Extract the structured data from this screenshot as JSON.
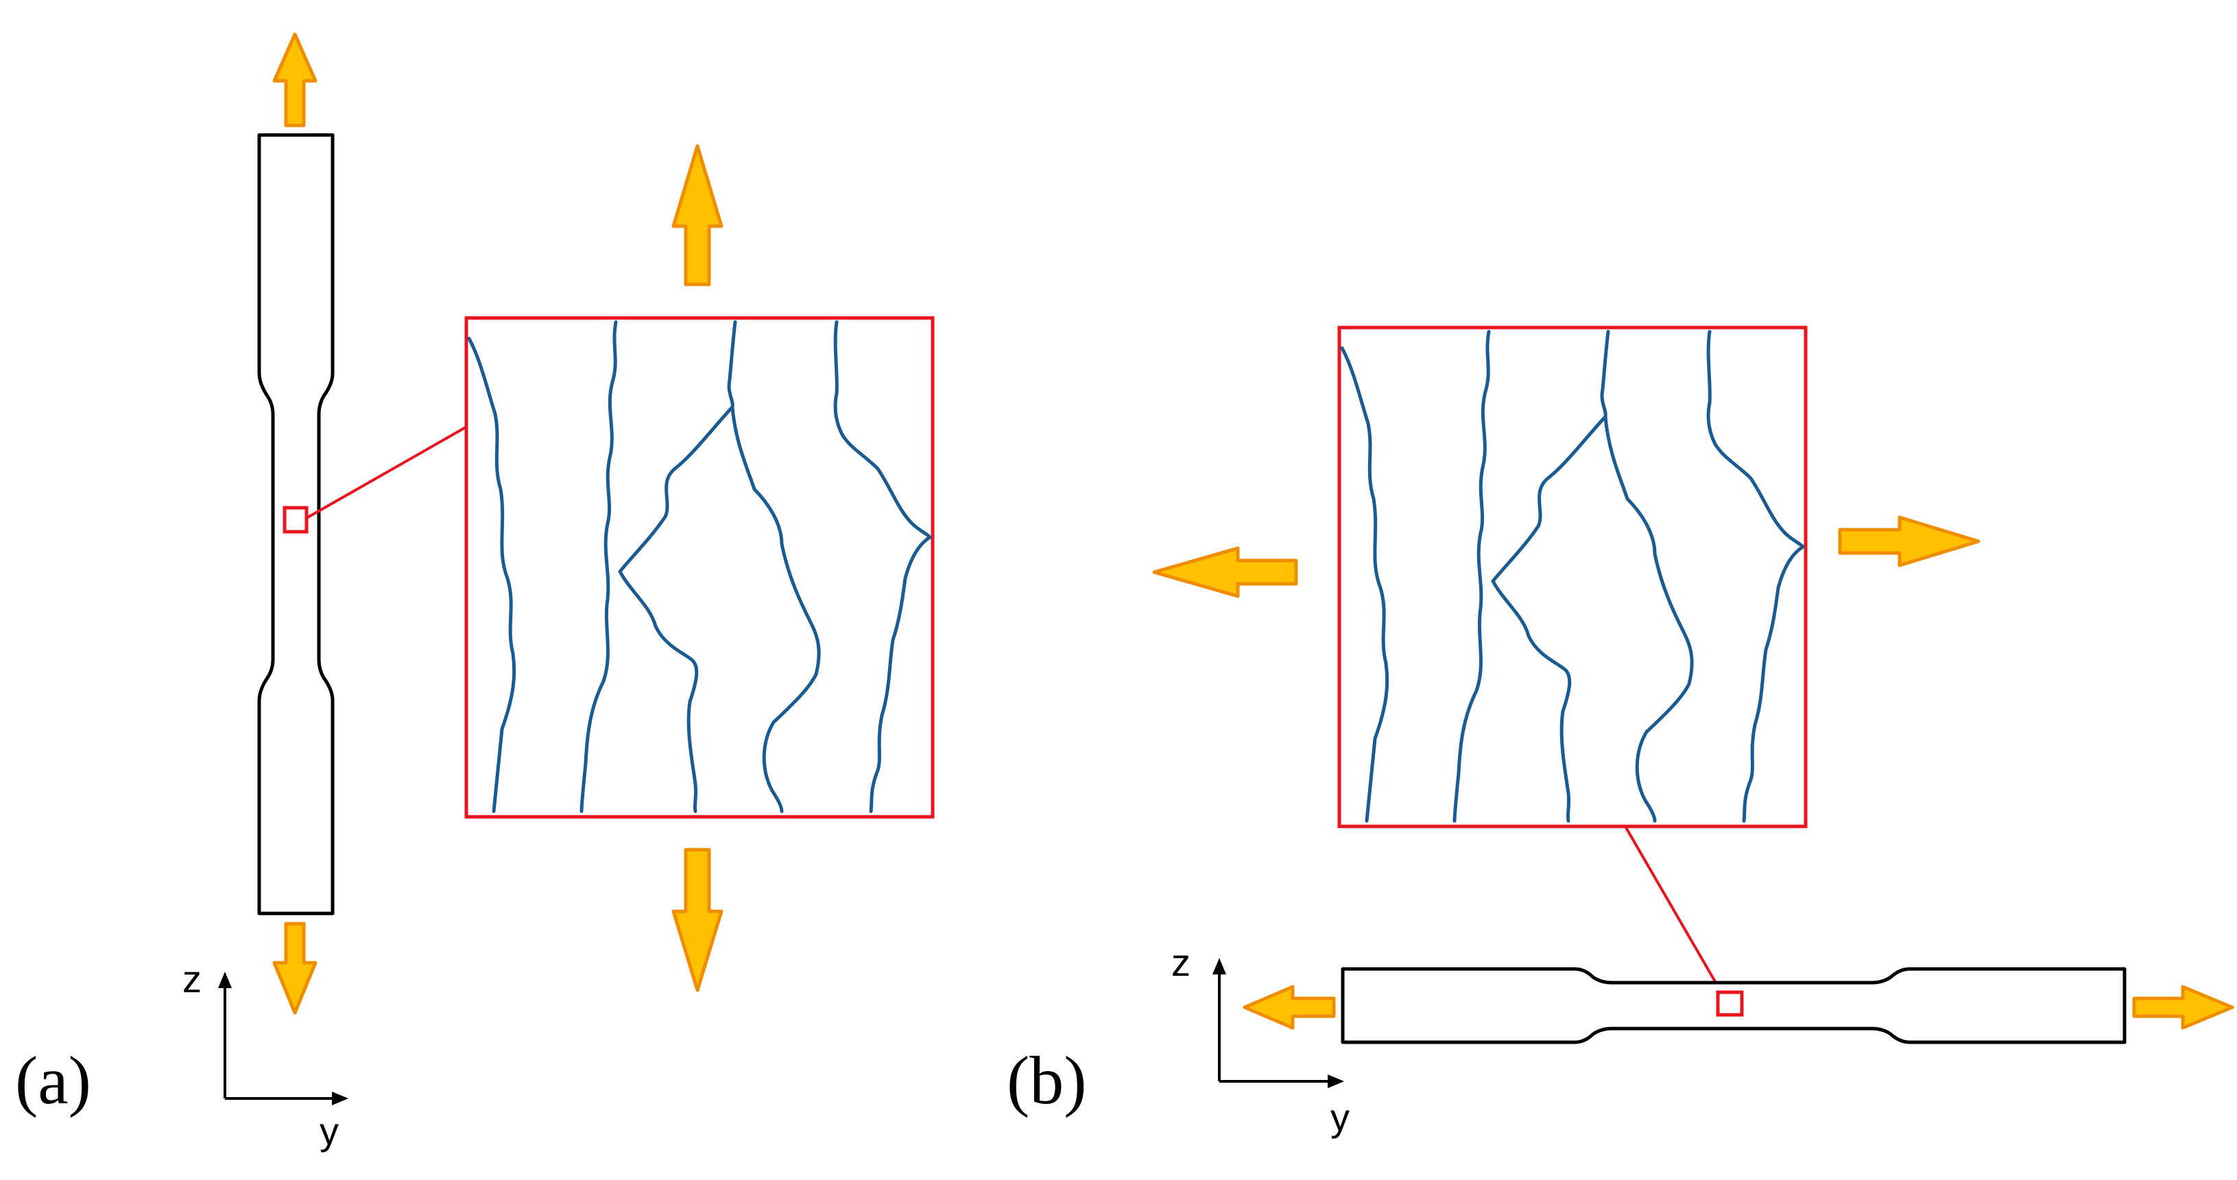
{
  "panels": [
    {
      "id": "a",
      "label": "(a)",
      "axes": {
        "vertical": "z",
        "horizontal": "y"
      }
    },
    {
      "id": "b",
      "label": "(b)",
      "axes": {
        "vertical": "z",
        "horizontal": "y"
      }
    }
  ],
  "colors": {
    "arrow_fill": "#FFC000",
    "arrow_stroke": "#F08C00",
    "zoom_frame": "#E8141E",
    "crack": "#1A5B92",
    "specimen_outline": "#000000"
  },
  "icons": [
    "load-arrow-icon",
    "axis-arrow-icon"
  ]
}
